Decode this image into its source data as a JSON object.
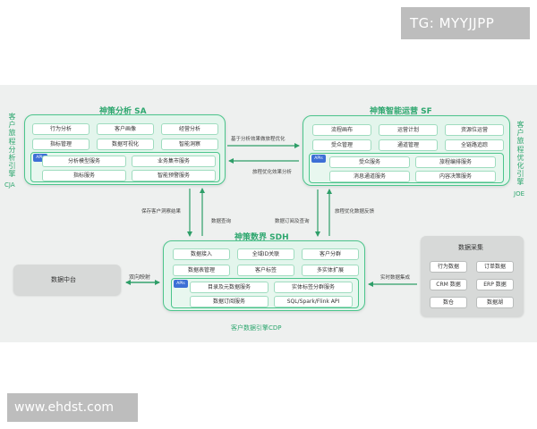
{
  "watermark_top": "TG: MYYJJPP",
  "watermark_bottom": "www.ehdst.com",
  "colors": {
    "accent": "#2ea76f",
    "panel_fill": "#e3f5ec",
    "panel_border": "#4cc58c",
    "api_badge": "#3d6fd6",
    "band": "#eef0ef",
    "grey_box": "#d7d9d8"
  },
  "sa": {
    "title": "神策分析 SA",
    "side_label": "客户旅程分析引擎",
    "side_abbr": "CJA",
    "row1": [
      "行为分析",
      "客户画像",
      "经营分析"
    ],
    "row2": [
      "指标管理",
      "数据可视化",
      "智能洞察"
    ],
    "api": "APIs",
    "row3": [
      "分析模型服务",
      "业务集市服务"
    ],
    "row4": [
      "指标服务",
      "智能预警服务"
    ]
  },
  "sf": {
    "title": "神策智能运营 SF",
    "side_label": "客户旅程优化引擎",
    "side_abbr": "JOE",
    "row1": [
      "流程画布",
      "运营计划",
      "资源位运营"
    ],
    "row2": [
      "受众管理",
      "通道管理",
      "全链路追踪"
    ],
    "api": "APIs",
    "row3": [
      "受众服务",
      "旅程编排服务"
    ],
    "row4": [
      "消息通道服务",
      "内容决策服务"
    ]
  },
  "sdh": {
    "title": "神策数界 SDH",
    "caption": "客户数据引擎CDP",
    "row1": [
      "数据接入",
      "全域ID关联",
      "客户分群"
    ],
    "row2": [
      "数据表管理",
      "客户标签",
      "多实体扩展"
    ],
    "api": "APIs",
    "row3": [
      "目录及元数据服务",
      "实体标签分群服务"
    ],
    "row4": [
      "数据订阅服务",
      "SQL/Spark/Flink API"
    ]
  },
  "data_middle": {
    "label": "数据中台"
  },
  "data_collection": {
    "title": "数据采集",
    "items": [
      "行为数据",
      "订单数据",
      "CRM 数据",
      "ERP 数据",
      "数仓",
      "数据湖"
    ]
  },
  "notes": {
    "sa_to_sf": "基于分析效果做旅程优化",
    "sf_to_sa": "旅程优化效果分析",
    "save_segment": "保存客户洞察结果",
    "data_query": "数据查询",
    "data_sub_query": "数据订阅及查询",
    "journey_feedback": "旅程优化数据反馈",
    "bidirectional": "双向映射",
    "realtime": "实时数据集成"
  }
}
